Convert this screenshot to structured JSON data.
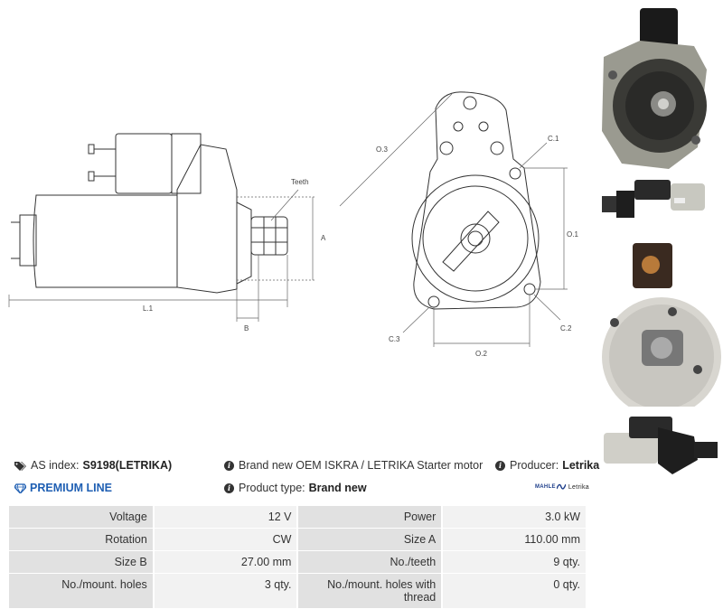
{
  "drawing": {
    "label_teeth": "Teeth",
    "label_a": "A",
    "label_b": "B",
    "label_l1": "L.1",
    "label_o3": "O.3",
    "label_c1": "C.1",
    "label_o1": "O.1",
    "label_c2": "C.2",
    "label_c3": "C.3",
    "label_o2": "O.2"
  },
  "info": {
    "as_index_label": "AS index:",
    "as_index_value": "S9198(LETRIKA)",
    "description": "Brand new OEM ISKRA / LETRIKA Starter motor",
    "producer_label": "Producer:",
    "producer_value": "Letrika",
    "premium_line": "PREMIUM LINE",
    "product_type_label": "Product type:",
    "product_type_value": "Brand new",
    "brand_logo_main": "MAHLE",
    "brand_logo_sub": "Letrika"
  },
  "specs": [
    {
      "k1": "Voltage",
      "v1": "12 V",
      "k2": "Power",
      "v2": "3.0 kW"
    },
    {
      "k1": "Rotation",
      "v1": "CW",
      "k2": "Size A",
      "v2": "110.00 mm"
    },
    {
      "k1": "Size B",
      "v1": "27.00 mm",
      "k2": "No./teeth",
      "v2": "9 qty."
    },
    {
      "k1": "No./mount. holes",
      "v1": "3 qty.",
      "k2": "No./mount. holes with thread",
      "v2": "0 qty."
    }
  ]
}
